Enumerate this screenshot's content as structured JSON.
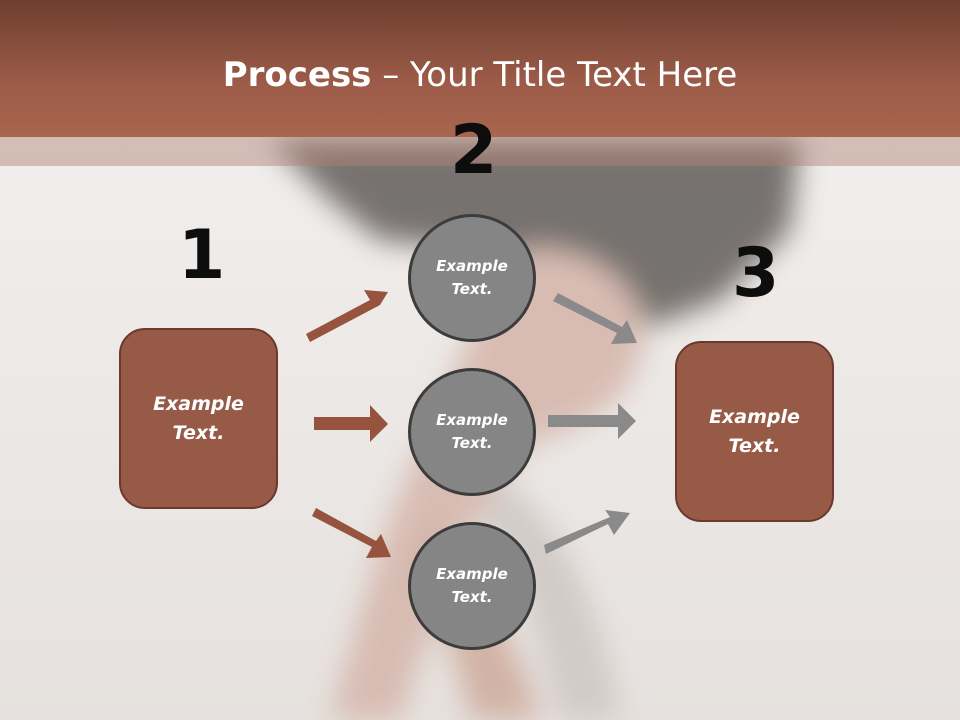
{
  "title": {
    "bold": "Process",
    "rest": " – Your Title Text Here"
  },
  "steps": {
    "one": "1",
    "two": "2",
    "three": "3"
  },
  "nodes": {
    "left_box": [
      "Example",
      "Text."
    ],
    "circle_top": [
      "Example",
      "Text."
    ],
    "circle_mid": [
      "Example",
      "Text."
    ],
    "circle_bottom": [
      "Example",
      "Text."
    ],
    "right_box": [
      "Example",
      "Text."
    ]
  },
  "colors": {
    "box_fill": "#965a47",
    "box_border": "#6b3a2c",
    "circle_fill": "#858585",
    "brown_arrow": "#96543f",
    "gray_arrow": "#8a8a8a",
    "title_bar": "#9c5b48"
  }
}
